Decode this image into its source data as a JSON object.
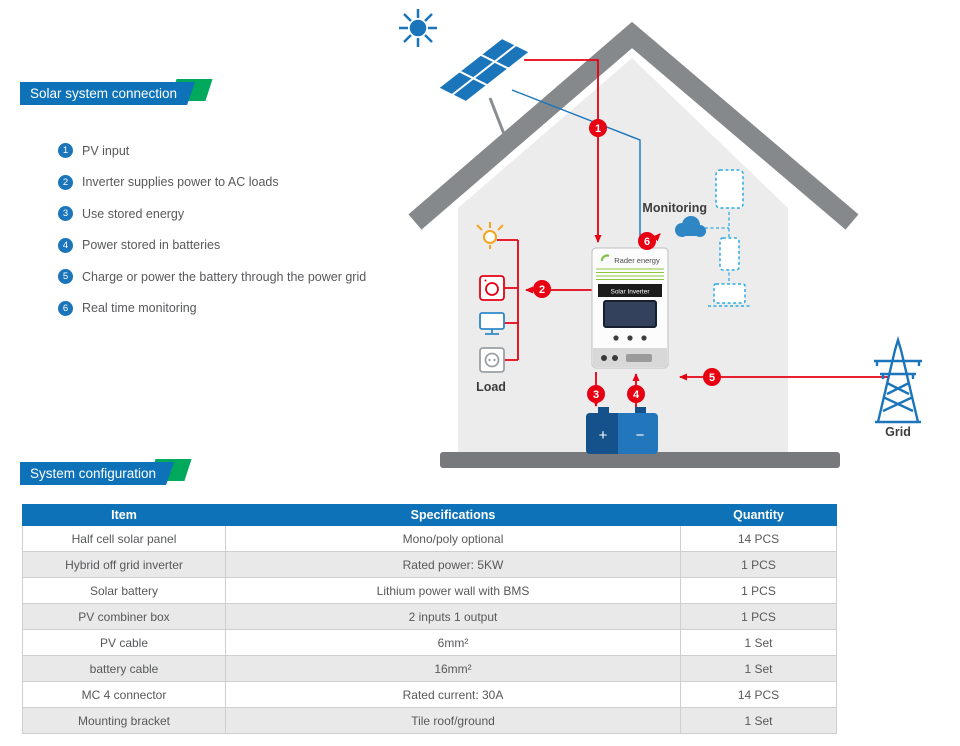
{
  "sections": {
    "connection_title": "Solar system connection",
    "configuration_title": "System configuration"
  },
  "steps": [
    {
      "n": "1",
      "text": "PV input"
    },
    {
      "n": "2",
      "text": "Inverter supplies power to AC loads"
    },
    {
      "n": "3",
      "text": "Use stored energy"
    },
    {
      "n": "4",
      "text": "Power stored in batteries"
    },
    {
      "n": "5",
      "text": "Charge or power the battery through the power grid"
    },
    {
      "n": "6",
      "text": "Real time monitoring"
    }
  ],
  "diagram": {
    "labels": {
      "monitoring": "Monitoring",
      "load": "Load",
      "grid": "Grid"
    },
    "inverter": {
      "brand": "Rader energy",
      "screen": "Solar Inverter"
    },
    "battery": {
      "plus": "+",
      "minus": "−"
    },
    "markers": [
      {
        "n": "1"
      },
      {
        "n": "2"
      },
      {
        "n": "3"
      },
      {
        "n": "4"
      },
      {
        "n": "5"
      },
      {
        "n": "6"
      }
    ]
  },
  "table": {
    "headers": [
      "Item",
      "Specifications",
      "Quantity"
    ],
    "rows": [
      [
        "Half cell solar panel",
        "Mono/poly optional",
        "14 PCS"
      ],
      [
        "Hybrid off grid inverter",
        "Rated power: 5KW",
        "1 PCS"
      ],
      [
        "Solar battery",
        "Lithium power wall with BMS",
        "1 PCS"
      ],
      [
        "PV combiner box",
        "2 inputs 1 output",
        "1 PCS"
      ],
      [
        "PV cable",
        "6mm²",
        "1 Set"
      ],
      [
        "battery cable",
        "16mm²",
        "1 Set"
      ],
      [
        "MC 4 connector",
        "Rated current: 30A",
        "14 PCS"
      ],
      [
        "Mounting bracket",
        "Tile roof/ground",
        "1 Set"
      ]
    ]
  },
  "colors": {
    "accent_blue": "#0e72b8",
    "accent_green": "#00a95c",
    "marker_red": "#e60012",
    "diagram_blue": "#1b75bb"
  }
}
